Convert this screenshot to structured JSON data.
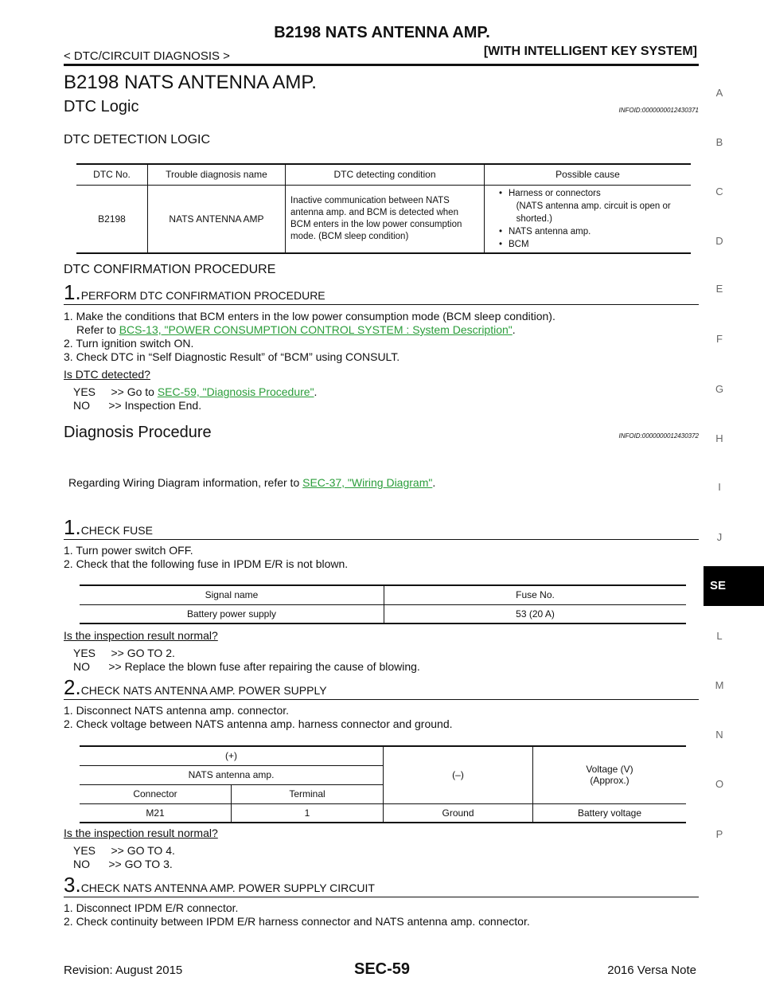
{
  "header": {
    "title": "B2198 NATS ANTENNA AMP.",
    "breadcrumb": "< DTC/CIRCUIT DIAGNOSIS >",
    "system": "[WITH INTELLIGENT KEY SYSTEM]"
  },
  "main_title": "B2198 NATS ANTENNA AMP.",
  "dtc_logic": {
    "heading": "DTC Logic",
    "infoid": "INFOID:0000000012430371",
    "detection_heading": "DTC DETECTION LOGIC",
    "table": {
      "headers": [
        "DTC No.",
        "Trouble diagnosis name",
        "DTC detecting condition",
        "Possible cause"
      ],
      "dtc_no": "B2198",
      "name": "NATS ANTENNA AMP",
      "condition": [
        "Inactive communication between NATS",
        "antenna amp. and BCM is detected when",
        "BCM enters in the low power consumption",
        "mode. (BCM sleep condition)"
      ],
      "causes": [
        "Harness or connectors",
        "(NATS antenna amp. circuit is open or",
        "shorted.)",
        "NATS antenna amp.",
        "BCM"
      ]
    },
    "confirm_heading": "DTC CONFIRMATION PROCEDURE",
    "step1": {
      "num": "1.",
      "title": "PERFORM DTC CONFIRMATION PROCEDURE",
      "line1": "1. Make the conditions that BCM enters in the low power consumption mode (BCM sleep condition).",
      "refer_prefix": "Refer to ",
      "refer_link": "BCS-13, \"POWER CONSUMPTION CONTROL SYSTEM : System Description\"",
      "refer_suffix": ".",
      "line2": "2. Turn ignition switch ON.",
      "line3": "3. Check DTC in “Self Diagnostic Result” of “BCM” using CONSULT.",
      "question": "Is DTC detected?",
      "yes_prefix": "YES     >> Go to ",
      "yes_link": "SEC-59, \"Diagnosis Procedure\"",
      "yes_suffix": ".",
      "no": "NO      >> Inspection End."
    }
  },
  "diag": {
    "heading": "Diagnosis Procedure",
    "infoid": "INFOID:0000000012430372",
    "intro_prefix": "Regarding Wiring Diagram information, refer to ",
    "intro_link": "SEC-37, \"Wiring Diagram\"",
    "intro_suffix": ".",
    "step1": {
      "num": "1.",
      "title": "CHECK FUSE",
      "line1": "1. Turn power switch OFF.",
      "line2": "2. Check that the following fuse in IPDM E/R is not blown.",
      "table_headers": [
        "Signal name",
        "Fuse No."
      ],
      "table_row": [
        "Battery power supply",
        "53 (20 A)"
      ],
      "question": "Is the inspection result normal?",
      "yes": "YES     >> GO TO 2.",
      "no": "NO      >> Replace the blown fuse after repairing the cause of blowing."
    },
    "step2": {
      "num": "2.",
      "title": "CHECK NATS ANTENNA AMP. POWER SUPPLY",
      "line1": "1. Disconnect NATS antenna amp. connector.",
      "line2": "2. Check voltage between NATS antenna amp. harness connector and ground.",
      "plus": "(+)",
      "minus": "(–)",
      "voltage": "Voltage (V)",
      "approx": "(Approx.)",
      "component": "NATS antenna amp.",
      "connector": "Connector",
      "terminal": "Terminal",
      "row": [
        "M21",
        "1",
        "Ground",
        "Battery voltage"
      ],
      "question": "Is the inspection result normal?",
      "yes": "YES     >> GO TO 4.",
      "no": "NO      >> GO TO 3."
    },
    "step3": {
      "num": "3.",
      "title": "CHECK NATS ANTENNA AMP. POWER SUPPLY CIRCUIT",
      "line1": "1. Disconnect IPDM E/R connector.",
      "line2": "2. Check continuity between IPDM E/R harness connector and NATS antenna amp. connector."
    }
  },
  "side_index": [
    "A",
    "B",
    "C",
    "D",
    "E",
    "F",
    "G",
    "H",
    "I",
    "J",
    "SE",
    "L",
    "M",
    "N",
    "O",
    "P"
  ],
  "footer": {
    "revision": "Revision: August 2015",
    "page": "SEC-59",
    "model": "2016 Versa Note"
  }
}
